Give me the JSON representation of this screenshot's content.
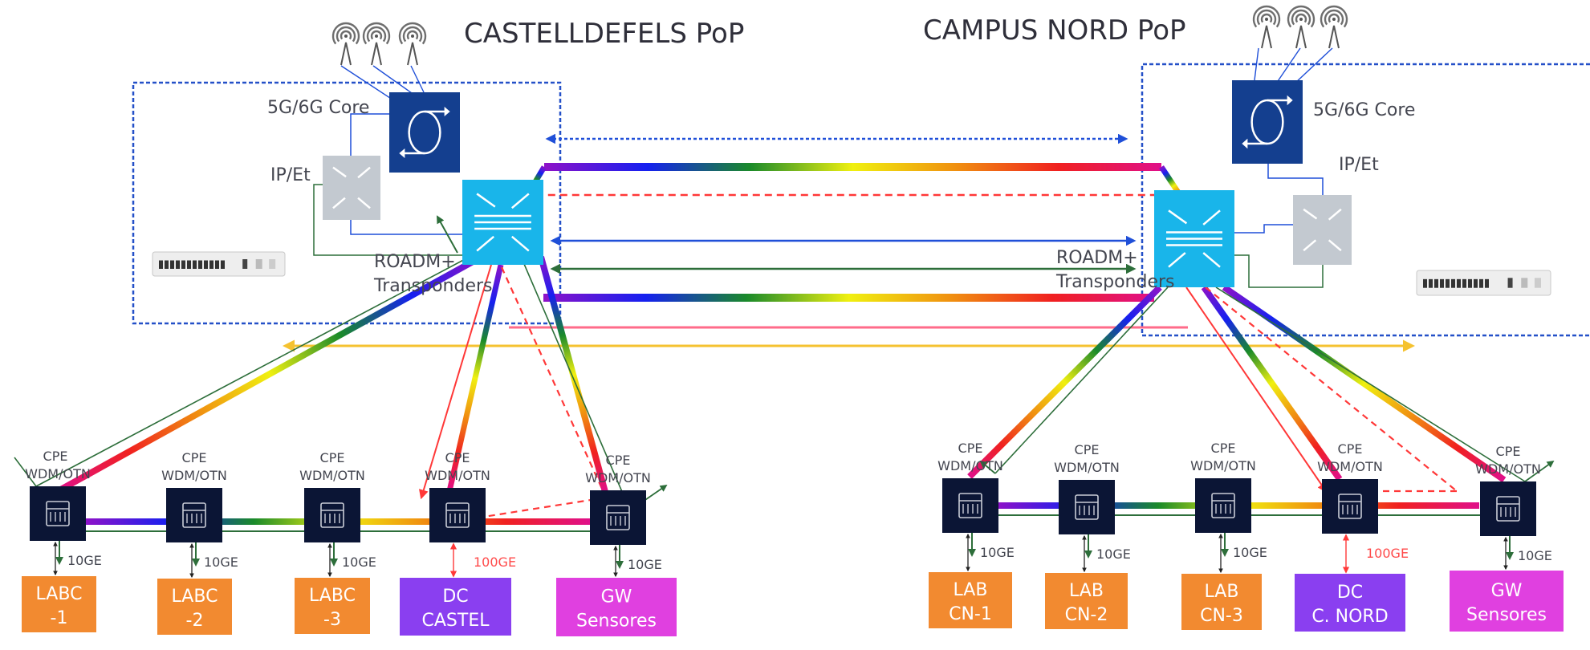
{
  "colors": {
    "core_box": "#143f8f",
    "ip_box": "#c3c9d0",
    "roadm_box": "#19b5ea",
    "cpe_box": "#0b1535",
    "lab": "#f28a30",
    "dc": "#8a3ff0",
    "gw": "#e040e0",
    "link_blue": "#1f4fd8",
    "link_green": "#2d6e3a",
    "link_red": "#ff3838",
    "link_yellow": "#f5c230",
    "link_pink": "#ff6b8a",
    "pop_border": "#2450c8",
    "rainbow": [
      "#8e12c8",
      "#1520f0",
      "#1a8a2a",
      "#f0f010",
      "#f09010",
      "#f02020",
      "#e0108a"
    ]
  },
  "pops": [
    {
      "id": "castelldefels",
      "title": "CASTELLDEFELS PoP",
      "core_label": "5G/6G Core",
      "ip_label": "IP/Et",
      "roadm_label_line1": "ROADM+",
      "roadm_label_line2": "Transponders",
      "antenna_icon": "radio-antenna-icon",
      "switch_icon": "ethernet-switch-icon"
    },
    {
      "id": "campus-nord",
      "title": "CAMPUS NORD PoP",
      "core_label": "5G/6G Core",
      "ip_label": "IP/Et",
      "roadm_label_line1": "ROADM+",
      "roadm_label_line2": "Transponders",
      "antenna_icon": "radio-antenna-icon",
      "switch_icon": "ethernet-switch-icon"
    }
  ],
  "cpe_label_line1": "CPE",
  "cpe_label_line2": "WDM/OTN",
  "castelldefels_sites": [
    {
      "line1": "LABC",
      "line2": "-1",
      "type": "lab",
      "link": "10GE"
    },
    {
      "line1": "LABC",
      "line2": "-2",
      "type": "lab",
      "link": "10GE"
    },
    {
      "line1": "LABC",
      "line2": "-3",
      "type": "lab",
      "link": "10GE"
    },
    {
      "line1": "DC",
      "line2": "CASTEL",
      "type": "dc",
      "link": "100GE"
    },
    {
      "line1": "GW",
      "line2": "Sensores",
      "type": "gw",
      "link": "10GE"
    }
  ],
  "campus_nord_sites": [
    {
      "line1": "LAB",
      "line2": "CN-1",
      "type": "lab",
      "link": "10GE"
    },
    {
      "line1": "LAB",
      "line2": "CN-2",
      "type": "lab",
      "link": "10GE"
    },
    {
      "line1": "LAB",
      "line2": "CN-3",
      "type": "lab",
      "link": "10GE"
    },
    {
      "line1": "DC",
      "line2": "C. NORD",
      "type": "dc",
      "link": "100GE"
    },
    {
      "line1": "GW",
      "line2": "Sensores",
      "type": "gw",
      "link": "10GE"
    }
  ],
  "inter_pop_links": [
    {
      "kind": "blue-dashed-bidirectional"
    },
    {
      "kind": "rainbow-wdm"
    },
    {
      "kind": "red-dashed"
    },
    {
      "kind": "blue-bidirectional"
    },
    {
      "kind": "green-bidirectional"
    },
    {
      "kind": "rainbow-wdm"
    },
    {
      "kind": "pink"
    },
    {
      "kind": "yellow"
    }
  ]
}
